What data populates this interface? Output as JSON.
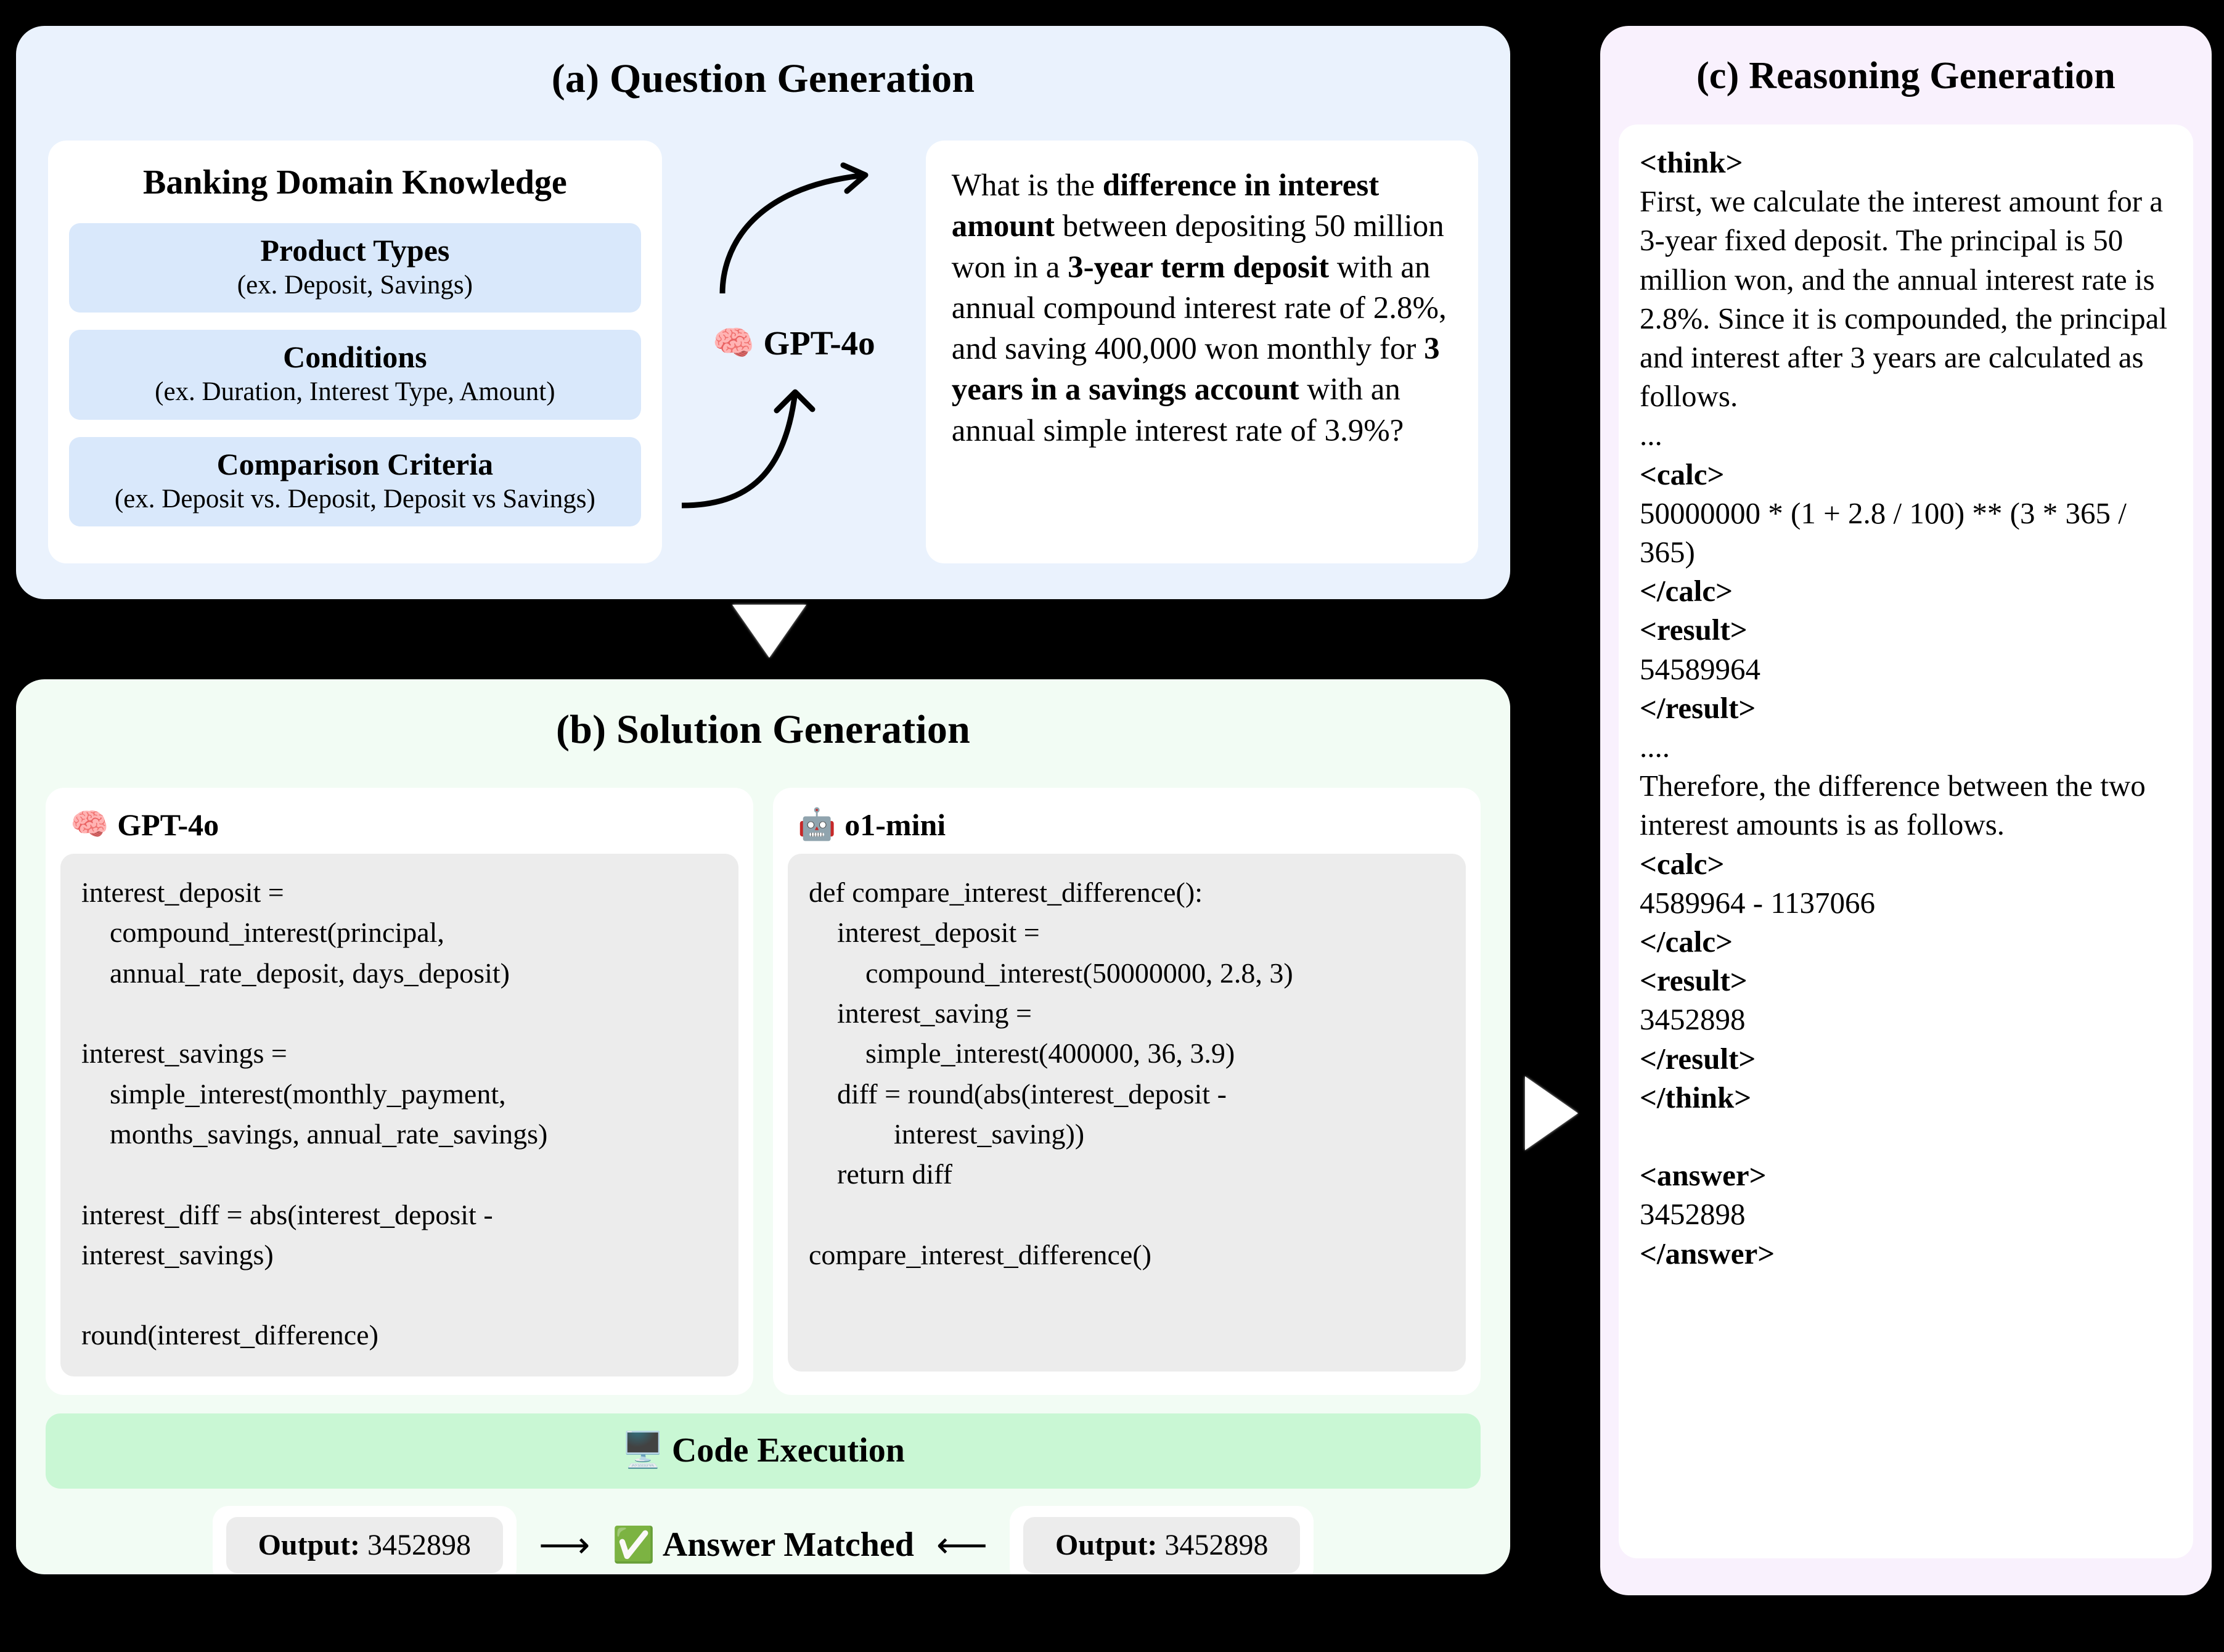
{
  "panels": {
    "a": {
      "title": "(a) Question Generation",
      "knowledge": {
        "title": "Banking Domain Knowledge",
        "items": [
          {
            "head": "Product Types",
            "sub": "(ex. Deposit, Savings)"
          },
          {
            "head": "Conditions",
            "sub": "(ex. Duration, Interest Type, Amount)"
          },
          {
            "head": "Comparison Criteria",
            "sub": "(ex. Deposit vs. Deposit, Deposit vs Savings)"
          }
        ]
      },
      "model": {
        "icon": "brain-emoji",
        "glyph": "🧠",
        "label": "GPT-4o"
      },
      "question_html": "What is the <b>difference in interest amount</b> between depositing 50 million won in a <b>3-year term deposit</b> with an annual compound interest rate of 2.8%, and saving 400,000 won monthly for <b>3 years in a savings account</b> with an annual simple interest rate of 3.9%?"
    },
    "b": {
      "title": "(b) Solution Generation",
      "solutions": [
        {
          "icon": "brain-emoji",
          "glyph": "🧠",
          "model": "GPT-4o",
          "code": "interest_deposit =\n    compound_interest(principal,\n    annual_rate_deposit, days_deposit)\n\ninterest_savings =\n    simple_interest(monthly_payment,\n    months_savings, annual_rate_savings)\n\ninterest_diff = abs(interest_deposit -\ninterest_savings)\n\nround(interest_difference)"
        },
        {
          "icon": "robot-emoji",
          "glyph": "🤖",
          "model": "o1-mini",
          "code": "def compare_interest_difference():\n    interest_deposit =\n        compound_interest(50000000, 2.8, 3)\n    interest_saving =\n        simple_interest(400000, 36, 3.9)\n    diff = round(abs(interest_deposit -\n            interest_saving))\n    return diff\n\ncompare_interest_difference()"
        }
      ],
      "execution": {
        "icon": "monitor-emoji",
        "glyph": "🖥️",
        "label": "Code Execution"
      },
      "match": {
        "left_output_label": "Output:",
        "left_output_value": "3452898",
        "right_output_label": "Output:",
        "right_output_value": "3452898",
        "arrow_right": "⟶",
        "arrow_left": "⟵",
        "icon": "check-mark-emoji",
        "glyph": "✅",
        "label": "Answer Matched"
      }
    },
    "c": {
      "title": "(c) Reasoning Generation",
      "reasoning_html": "<b>&lt;think&gt;</b>\nFirst, we calculate the interest amount for a 3-year fixed deposit. The principal is 50 million won, and the annual interest rate is 2.8%. Since it is compounded, the principal and interest after 3 years are calculated as follows.\n...\n<b>&lt;calc&gt;</b>\n50000000 * (1 + 2.8 / 100) ** (3 * 365 / 365)\n<b>&lt;/calc&gt;</b>\n<b>&lt;result&gt;</b>\n54589964\n<b>&lt;/result&gt;</b>\n....\nTherefore, the difference between the two interest amounts is as follows.\n<b>&lt;calc&gt;</b>\n4589964 - 1137066\n<b>&lt;/calc&gt;</b>\n<b>&lt;result&gt;</b>\n3452898\n<b>&lt;/result&gt;</b>\n<b>&lt;/think&gt;</b>\n\n<b>&lt;answer&gt;</b>\n3452898\n<b>&lt;/answer&gt;</b>"
    }
  },
  "connectors": {
    "a_to_b": "triangle-down",
    "b_to_c": "triangle-right"
  },
  "colors": {
    "background": "#000000",
    "panel_a_bg": "#eaf2fd",
    "panel_b_bg": "#f2fcf4",
    "panel_c_bg": "#f9f1fd",
    "knowledge_item_bg": "#d9e8fb",
    "code_bg": "#ececec",
    "exec_bar_bg": "#c9f7d4"
  }
}
